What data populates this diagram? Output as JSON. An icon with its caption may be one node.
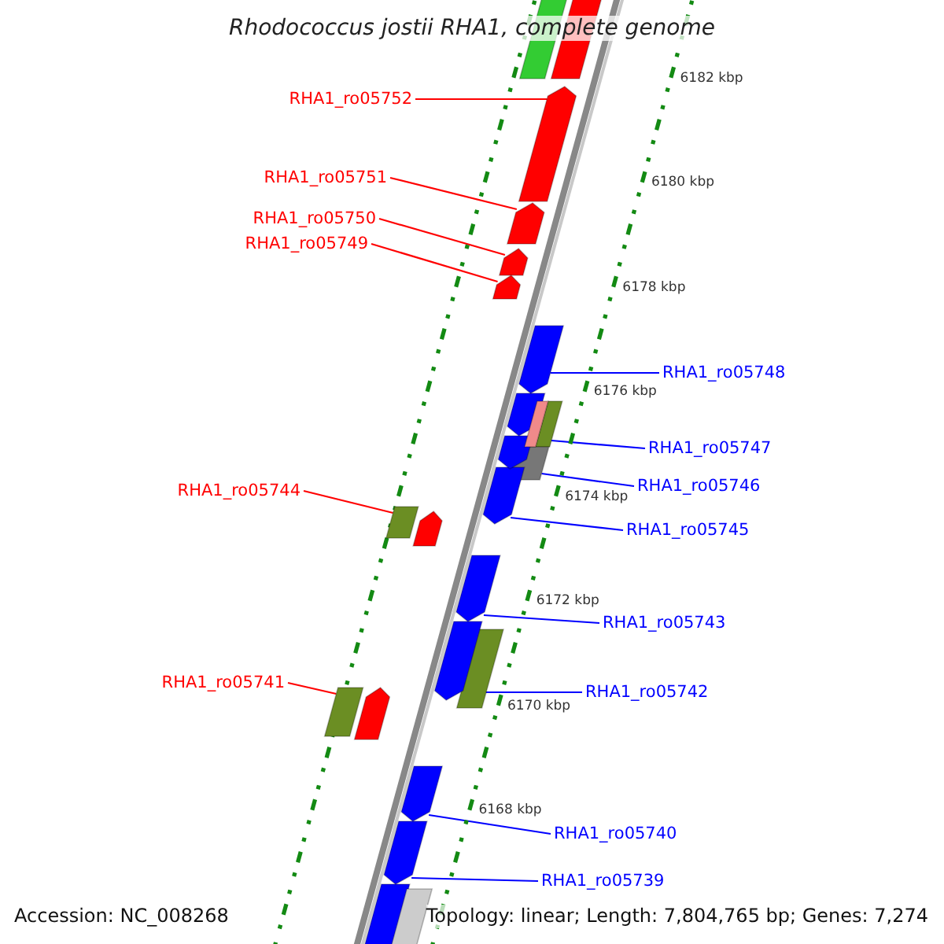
{
  "diagram": {
    "title": "Rhodococcus jostii RHA1, complete genome",
    "nodes": [
      {
        "text": [
          "RHA1_ro05752"
        ]
      },
      {
        "text": [
          "RHA1_ro05751"
        ]
      },
      {
        "text": [
          "RHA1_ro05750"
        ]
      },
      {
        "text": [
          "RHA1_ro05749"
        ]
      },
      {
        "text": [
          "RHA1_ro05748"
        ]
      },
      {
        "text": [
          "RHA1_ro05747"
        ]
      },
      {
        "text": [
          "RHA1_ro05746"
        ]
      },
      {
        "text": [
          "RHA1_ro05744"
        ]
      },
      {
        "text": [
          "RHA1_ro05745"
        ]
      },
      {
        "text": [
          "RHA1_ro05743"
        ]
      },
      {
        "text": [
          "RHA1_ro05741"
        ]
      },
      {
        "text": [
          "RHA1_ro05742"
        ]
      },
      {
        "text": [
          "RHA1_ro05740"
        ]
      },
      {
        "text": [
          "RHA1_ro05739"
        ]
      },
      {
        "text": [],
        "shape": "pentagon"
      },
      {
        "text": [],
        "shape": "pentagon"
      },
      {
        "text": [],
        "shape": "pentagon"
      },
      {
        "text": [],
        "shape": "pentagon"
      },
      {
        "text": [],
        "shape": "pentagon"
      },
      {
        "text": [],
        "shape": "box"
      },
      {
        "text": [],
        "shape": "box"
      },
      {
        "text": [],
        "shape": "box"
      },
      {
        "text": [],
        "shape": "pentagon"
      },
      {
        "text": [],
        "shape": "pentagon"
      },
      {
        "text": [],
        "shape": "box"
      },
      {
        "text": [],
        "shape": "box"
      },
      {
        "text": [],
        "shape": "pentagon"
      },
      {
        "text": [],
        "shape": "pentagon"
      },
      {
        "text": [],
        "shape": "box"
      },
      {
        "text": [],
        "shape": "box"
      },
      {
        "text": [],
        "shape": "pentagon"
      },
      {
        "text": [],
        "shape": "pentagon"
      },
      {
        "text": [],
        "shape": "box"
      },
      {
        "text": [],
        "shape": "pentagon"
      },
      {
        "text": [],
        "shape": "pentagon"
      },
      {
        "text": [],
        "shape": "pentagon"
      },
      {
        "text": [],
        "shape": "box"
      },
      {
        "text": [],
        "shape": "box"
      }
    ],
    "edges": [
      {
        "from": 0,
        "to": 14,
        "arrow": "none",
        "color": "#ff0000"
      },
      {
        "from": 1,
        "to": 15,
        "arrow": "none",
        "color": "#ff0000"
      },
      {
        "from": 2,
        "to": 16,
        "arrow": "none",
        "color": "#ff0000"
      },
      {
        "from": 3,
        "to": 17,
        "arrow": "none",
        "color": "#ff0000"
      },
      {
        "from": 4,
        "to": 18,
        "arrow": "none"
      },
      {
        "from": 5,
        "to": 19,
        "arrow": "none"
      },
      {
        "from": 6,
        "to": 20,
        "arrow": "none"
      },
      {
        "from": 7,
        "to": 21,
        "arrow": "none",
        "color": "#ff0000"
      },
      {
        "from": 8,
        "to": 22,
        "arrow": "none"
      },
      {
        "from": 9,
        "to": 23,
        "arrow": "none"
      },
      {
        "from": 10,
        "to": 24,
        "arrow": "none",
        "color": "#ff0000"
      },
      {
        "from": 11,
        "to": 25,
        "arrow": "none"
      },
      {
        "from": 12,
        "to": 26,
        "arrow": "none"
      },
      {
        "from": 13,
        "to": 27,
        "arrow": "none"
      }
    ],
    "labels": [
      "6182 kbp",
      "6180 kbp",
      "6178 kbp",
      "6176 kbp",
      "6174 kbp",
      "6172 kbp",
      "6170 kbp",
      "6168 kbp",
      "Accession: NC_008268",
      "Topology: linear; Length: 7,804,765 bp; Genes: 7,274"
    ]
  }
}
